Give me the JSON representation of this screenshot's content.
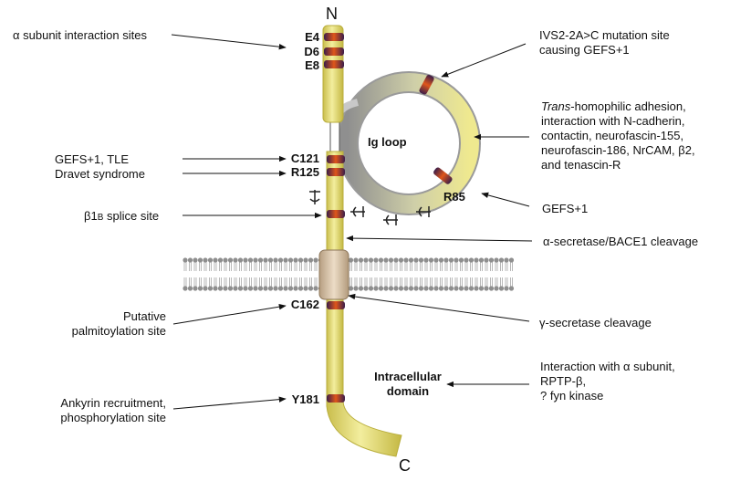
{
  "termini": {
    "n": "N",
    "c": "C"
  },
  "sites": {
    "e4": "E4",
    "d6": "D6",
    "e8": "E8",
    "c121": "C121",
    "r125": "R125",
    "r85": "R85",
    "c162": "C162",
    "y181": "Y181"
  },
  "regions": {
    "ig_loop": "Ig loop",
    "intracellular_line1": "Intracellular",
    "intracellular_line2": "domain"
  },
  "annotations": {
    "alpha_subunit_sites": "α subunit interaction sites",
    "gefs_tle": "GEFS+1, TLE",
    "dravet": "Dravet syndrome",
    "splice_prefix": "β1",
    "splice_smallcaps": "B",
    "splice_suffix": " splice site",
    "putative_line1": "Putative",
    "putative_line2": "palmitoylation site",
    "ankyrin_line1": "Ankyrin recruitment,",
    "ankyrin_line2": "phosphorylation site",
    "ivs_line1": "IVS2-2A>C mutation site",
    "ivs_line2": "causing GEFS+1",
    "trans_italic": "Trans",
    "trans_rest": "-homophilic adhesion,",
    "trans_line2": "interaction with N-cadherin,",
    "trans_line3": "contactin, neurofascin-155,",
    "trans_line4": "neurofascin-186, NrCAM, β2,",
    "trans_line5": "and tenascin-R",
    "gefs_r85": "GEFS+1",
    "alpha_secretase": "α-secretase/BACE1 cleavage",
    "gamma_secretase": "γ-secretase cleavage",
    "intra_line1": "Interaction with α subunit,",
    "intra_line2": "RPTP-β,",
    "intra_line3": "? fyn kinase"
  },
  "colors": {
    "strand": "#e8e08a",
    "strand_edge": "#b9ae3c",
    "loop_shadow": "#9c9c9c",
    "band_dark": "#3a1d4a",
    "band_hot": "#e0561a",
    "membrane_head": "#8e8e8e",
    "tm_segment": "#d9c2a4"
  }
}
